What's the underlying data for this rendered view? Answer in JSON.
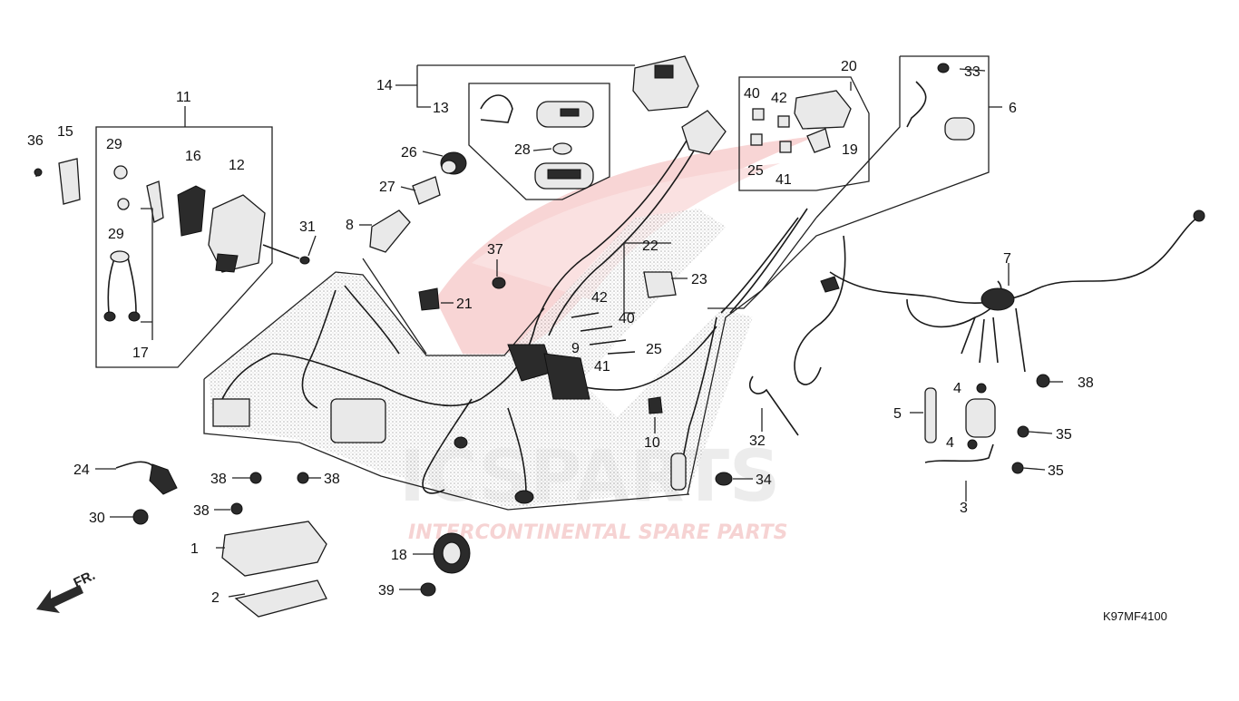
{
  "diagram": {
    "code": "K97MF4100",
    "front_marker": "FR.",
    "callouts": [
      "1",
      "2",
      "3",
      "4",
      "5",
      "6",
      "7",
      "8",
      "9",
      "10",
      "11",
      "12",
      "13",
      "14",
      "15",
      "16",
      "17",
      "18",
      "19",
      "20",
      "21",
      "22",
      "23",
      "24",
      "25",
      "26",
      "27",
      "28",
      "29",
      "30",
      "31",
      "32",
      "33",
      "34",
      "35",
      "36",
      "37",
      "38",
      "39",
      "40",
      "41",
      "42"
    ]
  },
  "watermark": {
    "logo_text": "ICSPARTS",
    "tagline": "INTERCONTINENTAL SPARE PARTS",
    "color": "#e23a3a"
  }
}
